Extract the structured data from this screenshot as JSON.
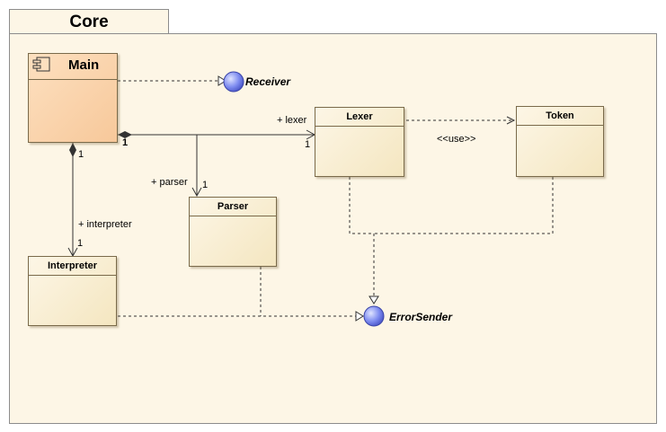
{
  "package": {
    "name": "Core"
  },
  "classes": {
    "main": "Main",
    "lexer": "Lexer",
    "token": "Token",
    "parser": "Parser",
    "interpreter": "Interpreter"
  },
  "interfaces": {
    "receiver": "Receiver",
    "error_sender": "ErrorSender"
  },
  "labels": {
    "lexer_role": "+ lexer",
    "parser_role": "+ parser",
    "interpreter_role": "+ interpreter",
    "use_stereotype": "<<use>>",
    "mult_main_lexer": "1",
    "mult_lexer": "1",
    "mult_parser": "1",
    "mult_main_interp": "1",
    "mult_interpreter": "1"
  },
  "colors": {
    "package_fill": "#fdf6e6",
    "class_fill": "#f4e6c0",
    "component_fill": "#f7c89a",
    "interface_fill": "#6f7fe0",
    "line": "#333333"
  }
}
